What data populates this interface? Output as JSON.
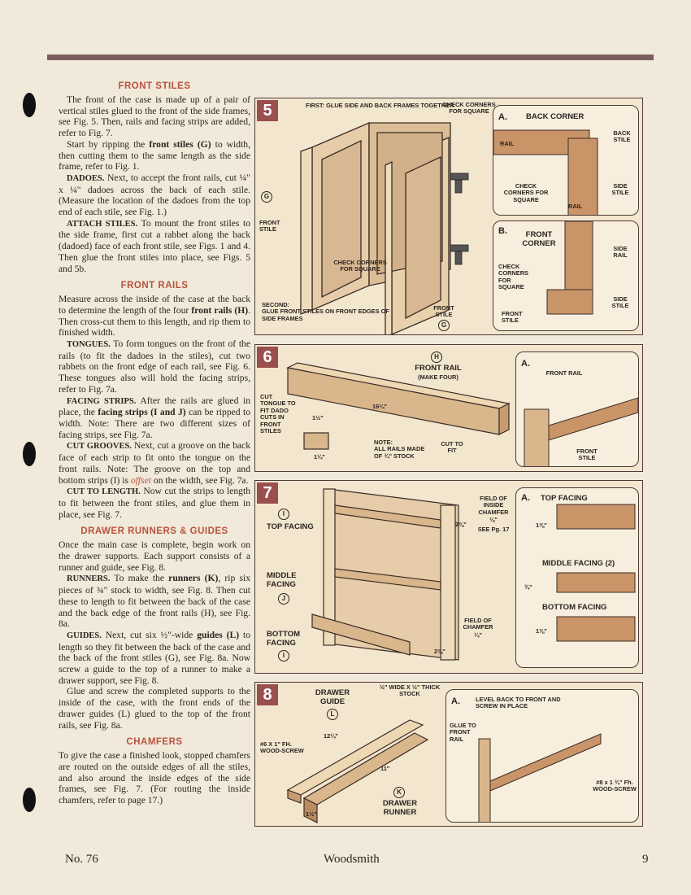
{
  "page": {
    "issue": "No. 76",
    "magazine": "Woodsmith",
    "page_number": "9"
  },
  "sections": {
    "front_stiles": {
      "heading": "FRONT STILES",
      "p1": "The front of the case is made up of a pair of vertical stiles glued to the front of the side frames, see Fig. 5. Then, rails and facing strips are added, refer to Fig. 7.",
      "p2a": "Start by ripping the ",
      "p2b": "front stiles (G)",
      "p2c": " to width, then cutting them to the same length as the side frame, refer to Fig. 1.",
      "p3_lead": "DADOES.",
      "p3": " Next, to accept the front rails, cut ¼\" x ¼\" dadoes across the back of each stile. (Measure the location of the dadoes from the top end of each stile, see Fig. 1.)",
      "p4_lead": "ATTACH STILES.",
      "p4": " To mount the front stiles to the side frame, first cut a rabbet along the back (dadoed) face of each front stile, see Figs. 1 and 4. Then glue the front stiles into place, see Figs. 5 and 5b."
    },
    "front_rails": {
      "heading": "FRONT RAILS",
      "p1a": "Measure across the inside of the case at the back to determine the length of the four ",
      "p1b": "front rails (H)",
      "p1c": ". Then cross-cut them to this length, and rip them to finished width.",
      "p2_lead": "TONGUES.",
      "p2": " To form tongues on the front of the rails (to fit the dadoes in the stiles), cut two rabbets on the front edge of each rail, see Fig. 6. These tongues also will hold the facing strips, refer to Fig. 7a.",
      "p3_lead": "FACING STRIPS.",
      "p3a": " After the rails are glued in place, the ",
      "p3b": "facing strips (I and J)",
      "p3c": " can be ripped to width. Note: There are two different sizes of facing strips, see Fig. 7a.",
      "p4_lead": "CUT GROOVES.",
      "p4a": " Next, cut a groove on the back face of each strip to fit onto the tongue on the front rails. Note: The groove on the top and bottom strips (I) is ",
      "p4b": "offset",
      "p4c": " on the width, see Fig. 7a.",
      "p5_lead": "CUT TO LENGTH.",
      "p5": " Now cut the strips to length to fit between the front stiles, and glue them in place, see Fig. 7."
    },
    "drawer_runners": {
      "heading": "DRAWER RUNNERS & GUIDES",
      "p1": "Once the main case is complete, begin work on the drawer supports. Each support consists of a runner and guide, see Fig. 8.",
      "p2_lead": "RUNNERS.",
      "p2a": " To make the ",
      "p2b": "runners (K)",
      "p2c": ", rip six pieces of ¾\" stock to width, see Fig. 8. Then cut these to length to fit between the back of the case and the back edge of the front rails (H), see Fig. 8a.",
      "p3_lead": "GUIDES.",
      "p3a": " Next, cut six ½\"-wide ",
      "p3b": "guides (L)",
      "p3c": " to length so they fit between the back of the case and the back of the front stiles (G), see Fig. 8a. Now screw a guide to the top of a runner to make a drawer support, see Fig. 8.",
      "p4": "Glue and screw the completed supports to the inside of the case, with the front ends of the drawer guides (L) glued to the top of the front rails, see Fig. 8a."
    },
    "chamfers": {
      "heading": "CHAMFERS",
      "p1": "To give the case a finished look, stopped chamfers are routed on the outside edges of all the stiles, and also around the inside edges of the side frames, see Fig. 7. (For routing the inside chamfers, refer to page 17.)"
    }
  },
  "figures": {
    "fig5": {
      "number": "5",
      "first_lead": "FIRST:",
      "first": "GLUE SIDE AND BACK FRAMES TOGETHER",
      "check_top": "CHECK CORNERS FOR SQUARE",
      "front_stile_left": "FRONT STILE",
      "g": "G",
      "check_mid": "CHECK CORNERS FOR SQUARE",
      "second_lead": "SECOND:",
      "second": "GLUE FRONT STILES ON FRONT EDGES OF SIDE FRAMES",
      "front_stile_right": "FRONT STILE",
      "a": {
        "letter": "a.",
        "title": "BACK CORNER",
        "rail": "RAIL",
        "back_stile": "BACK STILE",
        "check": "CHECK CORNERS FOR SQUARE",
        "side_stile": "SIDE STILE",
        "rail2": "RAIL"
      },
      "b": {
        "letter": "b.",
        "title": "FRONT CORNER",
        "side_rail": "SIDE RAIL",
        "check": "CHECK CORNERS FOR SQUARE",
        "side_stile": "SIDE STILE",
        "front_stile": "FRONT STILE"
      }
    },
    "fig6": {
      "number": "6",
      "h": "H",
      "front_rail": "FRONT RAIL",
      "make_four": "(MAKE FOUR)",
      "cut_tongue": "CUT TONGUE TO FIT DADO CUTS IN FRONT STILES",
      "dim_a": "1½\"",
      "dim_len": "16¼\"",
      "dim_b": "1¼\"",
      "note_lead": "NOTE:",
      "note": "ALL RAILS MADE OF ¾\" STOCK",
      "cut_to_fit": "CUT TO FIT",
      "a": {
        "letter": "a.",
        "front_rail": "FRONT RAIL",
        "front_stile": "FRONT STILE"
      }
    },
    "fig7": {
      "number": "7",
      "i": "I",
      "j": "J",
      "top_facing": "TOP FACING",
      "middle_facing": "MIDDLE FACING",
      "bottom_facing": "BOTTOM FACING",
      "field_top": "FIELD OF INSIDE CHAMFER",
      "field_top_dim": "⅛\"",
      "see_pg": "SEE Pg. 17",
      "dim_top": "2⅜\"",
      "field_bottom": "FIELD OF CHAMFER",
      "field_bottom_dim": "¼\"",
      "dim_bottom": "2⅜\"",
      "a": {
        "letter": "a.",
        "top": "TOP FACING",
        "top_dim": "1⅜\"",
        "middle": "MIDDLE FACING (2)",
        "middle_dim": "¾\"",
        "bottom": "BOTTOM FACING",
        "bottom_dim": "1⅜\""
      }
    },
    "fig8": {
      "number": "8",
      "drawer_guide": "DRAWER GUIDE",
      "l": "L",
      "stock": "½\" WIDE x ½\" THICK STOCK",
      "screw": "#6 x 1\" Fh. WOOD-SCREW",
      "dim_1": "12¼\"",
      "dim_2": "11\"",
      "dim_3": "1½\"",
      "k": "K",
      "drawer_runner": "DRAWER RUNNER",
      "a": {
        "letter": "a.",
        "level": "LEVEL BACK TO FRONT AND SCREW IN PLACE",
        "glue": "GLUE TO FRONT RAIL",
        "screw": "#8 x 1 ¾\" Fh. WOOD-SCREW"
      }
    }
  }
}
